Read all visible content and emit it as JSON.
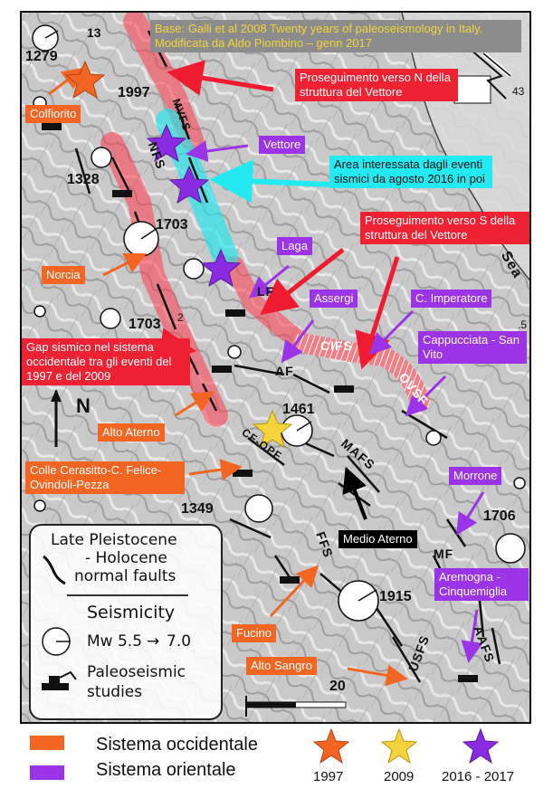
{
  "source_note": "Base: Galli et al 2008 Twenty years of paleoseismology in Italy. Modificata da Aldo Piombino – genn 2017",
  "labels": {
    "colfiorito": "Colfiorito",
    "norcia": "Norcia",
    "alto_aterno": "Alto Aterno",
    "colle_cerasitto": "Colle Cerasitto-C. Felice-Ovindoli-Pezza",
    "fucino": "Fucino",
    "alto_sangro": "Alto Sangro",
    "vettore": "Vettore",
    "laga": "Laga",
    "assergi": "Assergi",
    "c_imperatore": "C. Imperatore",
    "cappucciata": "Cappucciata - San Vito",
    "morrone": "Morrone",
    "aremogna": "Aremogna - Cinquemiglia",
    "medio_aterno": "Medio Aterno",
    "prosecuzione_n": "Proseguimento verso N della struttura del Vettore",
    "prosecuzione_s": "Proseguimento verso S della struttura del Vettore",
    "gap_sismico": "Gap sismico nel sistema occidentale tra gli eventi del 1997 e del 2009",
    "area_agosto": "Area interessata dagli eventi sismici da agosto 2016 in poi"
  },
  "map_numbers": {
    "n13": "13",
    "n1279": "1279",
    "n1997": "1997",
    "n1328": "1328",
    "n1703a": "1703",
    "n1703b": "1703",
    "n1461": "1461",
    "n1349": "1349",
    "n1915": "1915",
    "n1706": "1706",
    "n20": "20",
    "n43": "43",
    "n5": ".5",
    "n2": "2"
  },
  "fault_labels": {
    "nfs": "NFS",
    "mvfs": "MVFS",
    "af": "AF",
    "cifs": "CIFS",
    "ovsf": "OVSF",
    "mafs": "MAFS",
    "ce_opf": "CF-OPF",
    "ffs": "FFS",
    "usfs": "USFS",
    "af2": "AF",
    "mf": "MF",
    "lf": "LF",
    "aafs": "AAFS",
    "sea": "Sea",
    "north": "N"
  },
  "map_legend": {
    "line1": "Late Pleistocene",
    "line2": "- Holocene",
    "line3": "normal faults",
    "seismicity": "Seismicity",
    "mw": "Mw 5.5",
    "arrow": "→",
    "mw_max": "7.0",
    "paleo1": "Paleoseismic",
    "paleo2": "studies"
  },
  "bottom_legend": {
    "occidentale": "Sistema occidentale",
    "orientale": "Sistema orientale",
    "year_1997": "1997",
    "year_2009": "2009",
    "year_2016": "2016 - 2017"
  },
  "colors": {
    "occidentale": "#f26522",
    "orientale": "#9b33e6",
    "red_arrow": "#ee1c2e",
    "cyan": "#1ee8ee",
    "star_1997": "#f26522",
    "star_2009": "#f5d33a",
    "star_2016": "#8a2be2"
  },
  "icons": [
    "north-arrow-icon",
    "excavator-icon",
    "seismicity-circle-icon",
    "star-icon",
    "scale-bar-icon"
  ]
}
